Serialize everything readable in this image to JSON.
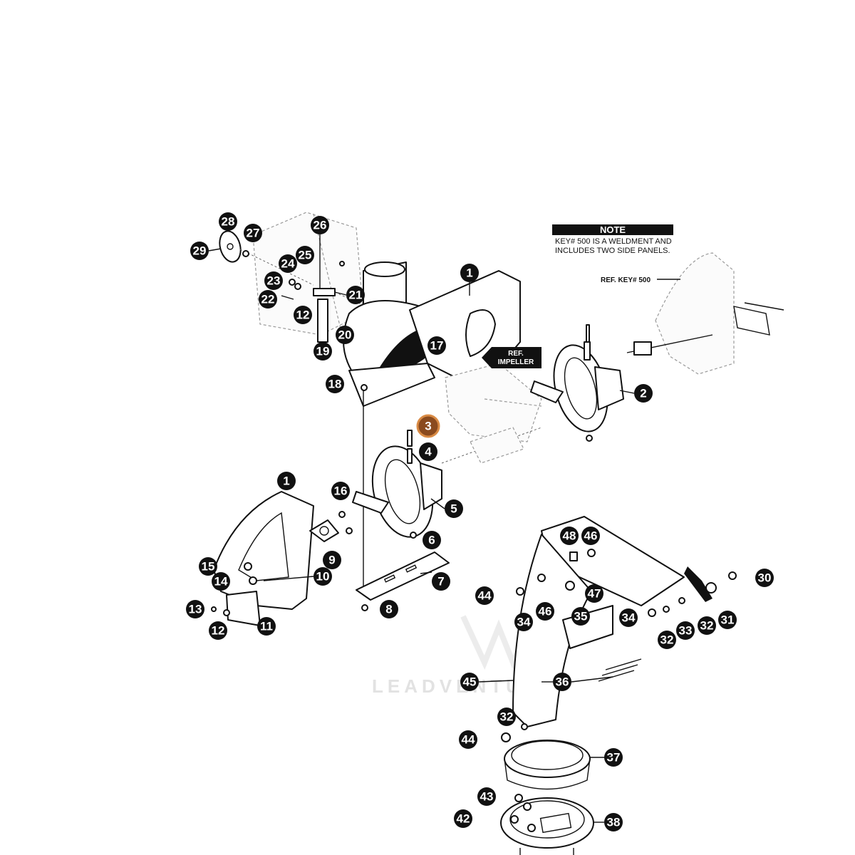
{
  "note": {
    "heading": "NOTE",
    "lines": [
      "KEY# 500 IS A WELDMENT AND",
      "INCLUDES TWO SIDE PANELS."
    ]
  },
  "ref_key": "REF. KEY# 500",
  "ref_impeller": [
    "REF.",
    "IMPELLER"
  ],
  "watermark": "LEADVENTURE",
  "colors": {
    "callout": "#111111",
    "highlight": "#8a4a1e"
  },
  "callouts": [
    {
      "id": "c28",
      "label": "28"
    },
    {
      "id": "c27",
      "label": "27"
    },
    {
      "id": "c29",
      "label": "29"
    },
    {
      "id": "c26",
      "label": "26"
    },
    {
      "id": "c25",
      "label": "25"
    },
    {
      "id": "c24",
      "label": "24"
    },
    {
      "id": "c23",
      "label": "23"
    },
    {
      "id": "c22",
      "label": "22"
    },
    {
      "id": "c21",
      "label": "21"
    },
    {
      "id": "c12a",
      "label": "12"
    },
    {
      "id": "c20",
      "label": "20"
    },
    {
      "id": "c19",
      "label": "19"
    },
    {
      "id": "c17",
      "label": "17"
    },
    {
      "id": "c18",
      "label": "18"
    },
    {
      "id": "c1a",
      "label": "1"
    },
    {
      "id": "c2",
      "label": "2"
    },
    {
      "id": "c3",
      "label": "3"
    },
    {
      "id": "c4",
      "label": "4"
    },
    {
      "id": "c5",
      "label": "5"
    },
    {
      "id": "c6",
      "label": "6"
    },
    {
      "id": "c7",
      "label": "7"
    },
    {
      "id": "c8",
      "label": "8"
    },
    {
      "id": "c1b",
      "label": "1"
    },
    {
      "id": "c16",
      "label": "16"
    },
    {
      "id": "c9",
      "label": "9"
    },
    {
      "id": "c10",
      "label": "10"
    },
    {
      "id": "c15",
      "label": "15"
    },
    {
      "id": "c14",
      "label": "14"
    },
    {
      "id": "c13",
      "label": "13"
    },
    {
      "id": "c12b",
      "label": "12"
    },
    {
      "id": "c11",
      "label": "11"
    },
    {
      "id": "c48",
      "label": "48"
    },
    {
      "id": "c46a",
      "label": "46"
    },
    {
      "id": "c30",
      "label": "30"
    },
    {
      "id": "c44a",
      "label": "44"
    },
    {
      "id": "c47",
      "label": "47"
    },
    {
      "id": "c46b",
      "label": "46"
    },
    {
      "id": "c34a",
      "label": "34"
    },
    {
      "id": "c35",
      "label": "35"
    },
    {
      "id": "c34b",
      "label": "34"
    },
    {
      "id": "c32a",
      "label": "32"
    },
    {
      "id": "c33",
      "label": "33"
    },
    {
      "id": "c32b",
      "label": "32"
    },
    {
      "id": "c31",
      "label": "31"
    },
    {
      "id": "c45",
      "label": "45"
    },
    {
      "id": "c36",
      "label": "36"
    },
    {
      "id": "c32c",
      "label": "32"
    },
    {
      "id": "c44b",
      "label": "44"
    },
    {
      "id": "c37",
      "label": "37"
    },
    {
      "id": "c43",
      "label": "43"
    },
    {
      "id": "c42",
      "label": "42"
    },
    {
      "id": "c38",
      "label": "38"
    }
  ]
}
